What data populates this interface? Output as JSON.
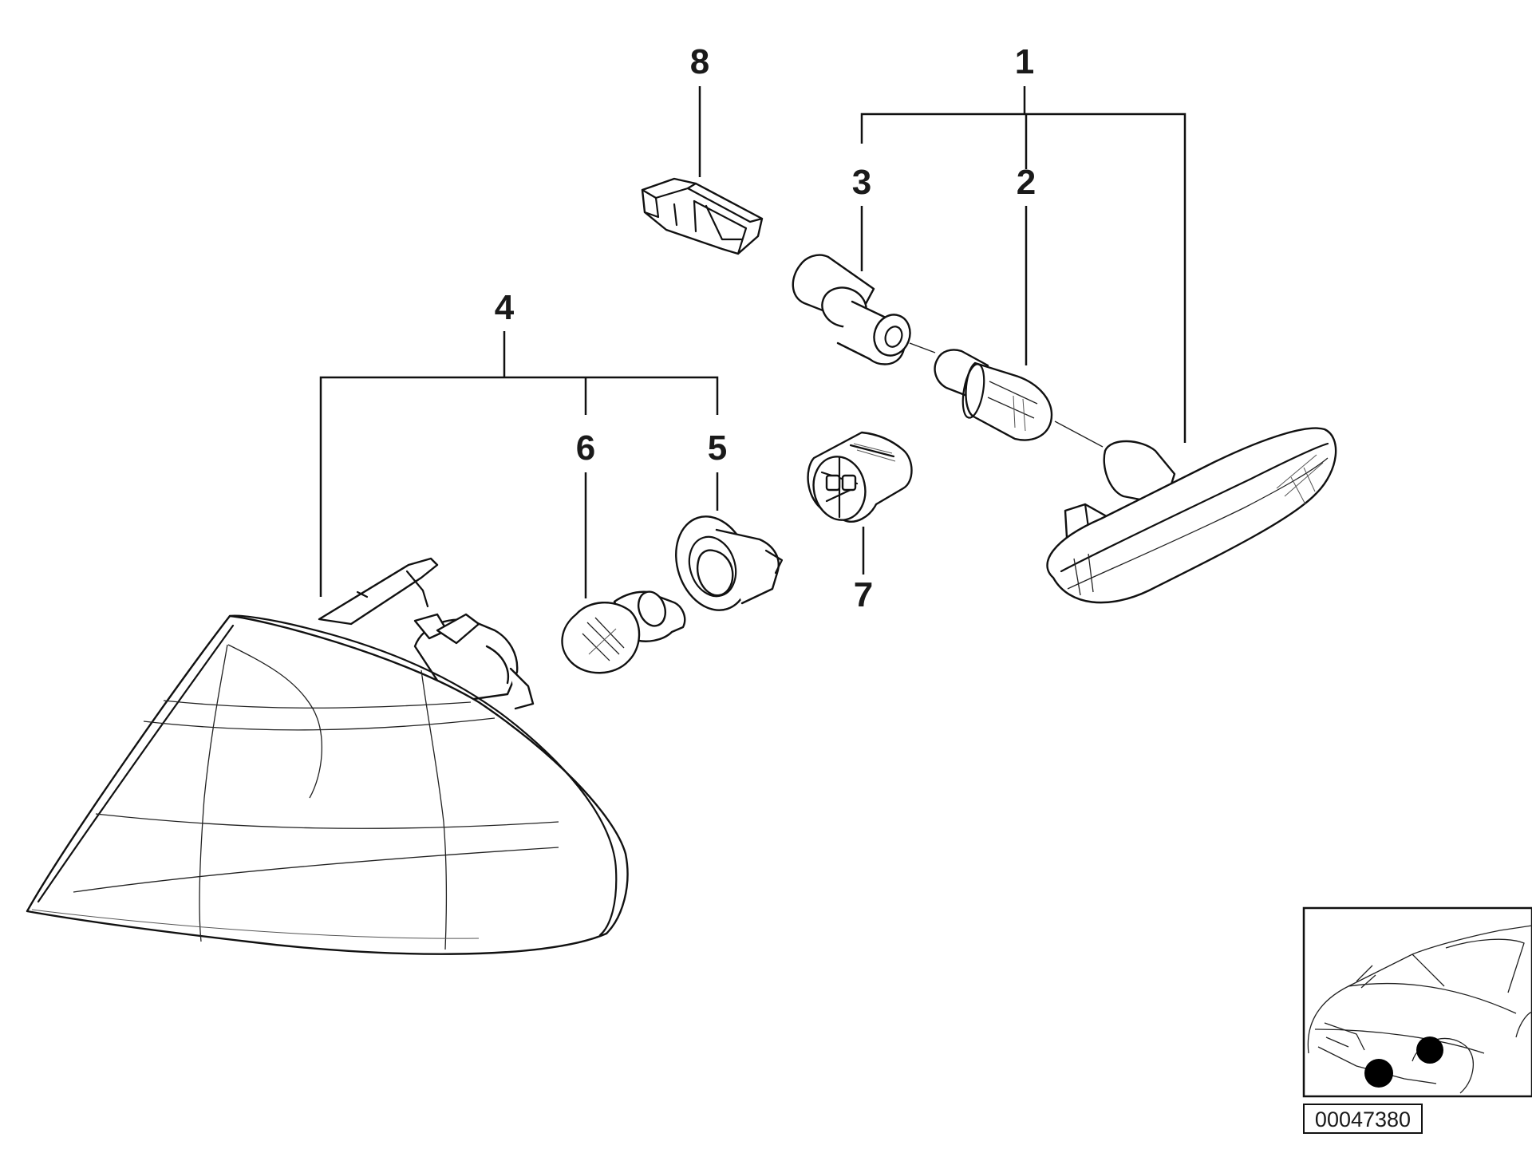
{
  "diagram": {
    "callouts": {
      "c1": "1",
      "c2": "2",
      "c3": "3",
      "c4": "4",
      "c5": "5",
      "c6": "6",
      "c7": "7",
      "c8": "8"
    },
    "reference_code": "00047380"
  }
}
